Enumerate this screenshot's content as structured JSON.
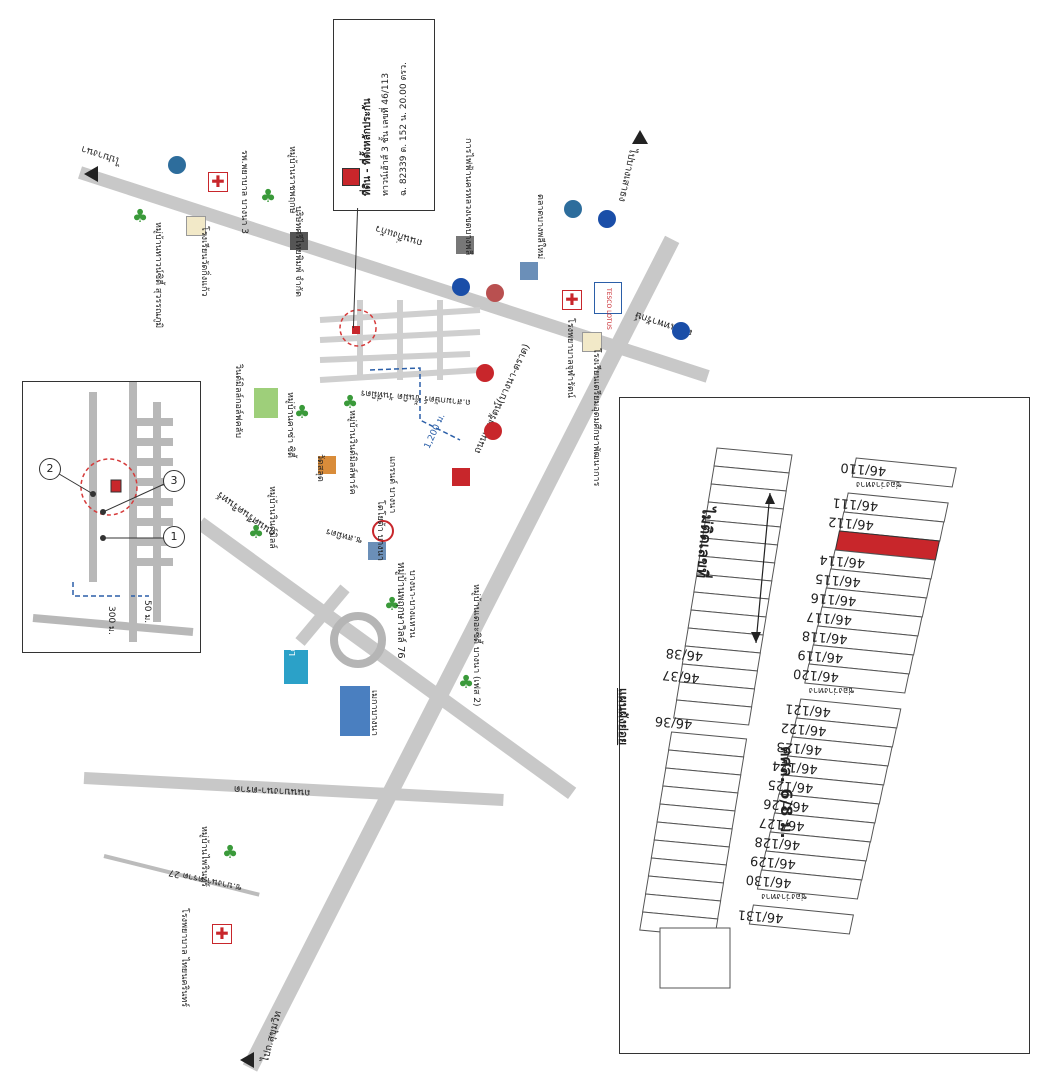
{
  "legend": {
    "title": "ที่ดิน - ที่ตั้งหลักประกัน",
    "line2": "ทาวน์เฮ้าส์ 3 ชั้น  เลขที่ 46/113",
    "line3": "ฉ. 82339 ต. 152 น. 20.00 ตรว.",
    "lot_color": "#c8262b"
  },
  "roads": {
    "to_bangsao": "ไปบางเสาธง",
    "to_bangna": "ไปบางนา",
    "to_sukhumvit": "ไปถ.สุขุมวิท",
    "mainroad": "ถนนเทพรัตน์(บางนา-ตราด)",
    "road_west": "ถนนศรีนครินทร์",
    "road_kingkaew": "ถนนกิ่งแก้ว",
    "road_bangna": "ถนนบางนา-ตราด",
    "road_theparak": "ถนนเทพารักษ์",
    "soi27": "ซ.บางนา-ตราด 27",
    "soi": "ซ.สหมิตร",
    "bangna_km": "ถ.สามกษัตร์ ขั้นมิต วันที่มิตร"
  },
  "landmarks": {
    "hosp_bangna3": "รพ.พยาบาล บางนา 3",
    "village_ratchaphruek": "หมู่บ้านราชพฤกษ์",
    "school_wat": "โรงเรียนวัดกิ่งแก้ว",
    "village_suvarnabhumi": "หมู่บ้านทาวน์ซิตี้ สุวรรณภูมิ",
    "company": "บริษัทศรีไทยพิมพ์ จำกัด",
    "power": "การไฟฟ้านครหลวงเขตบางพลี",
    "market": "ตลาดบางพลีใหม่",
    "hosp_chularat": "โรงพยาบาลจุฬารัตน์",
    "school_benjamitr": "โรงเรียนเตรียมอุดมศึกษาพัฒนาการ",
    "tesco": "TESCO LOTUS",
    "golf": "วินด์มิลล์กอล์ฟคลับ",
    "village_winmill": "หมู่บ้านวินด์มิลล์",
    "village_kanda": "หมู่บ้านคาซ่า ซิตี้",
    "village_mill": "หมู่บ้านวินด์มิลล์พาร์ค",
    "wat": "วัดสลุต",
    "toyota": "โตโยต้า บางนา",
    "bangna_condo": "แกรนด์ บางนา",
    "village_76": "หมู่บ้านพฤกษาวิลล์ 76",
    "village_bangna_bang": "บางนา-บางแหวน",
    "village_the_city": "หมู่บ้านเดอะซิตี้ บางนา (เฟส 2)",
    "lotus": "Lotus's",
    "mega": "เมกาบางนา",
    "village_pairin": "หมู่บ้านไพรินทร์",
    "hosp_thai_nakarin": "โรงพยาบาล ไทยนครินทร์",
    "mid_300": "300 ม.",
    "dist_1200": "1,200 ม."
  },
  "inset": {
    "label_300": "300 ม.",
    "label_50": "50 ม.",
    "markers": [
      "1",
      "2",
      "3"
    ]
  },
  "plan": {
    "header": "แผนผังย่อย",
    "project": "คศล. 6/8 ม.",
    "arrow_label": "ไม่ติดเลขที่",
    "row_right": [
      "46/110",
      "46/111",
      "46/112",
      "46/114",
      "46/115",
      "46/116",
      "46/117",
      "46/118",
      "46/119",
      "46/120",
      "46/121",
      "46/122",
      "46/123",
      "46/124",
      "46/125",
      "46/126",
      "46/127",
      "46/128",
      "46/129",
      "46/130",
      "46/131"
    ],
    "row_left": [
      "46/38",
      "46/37",
      "46/36"
    ],
    "gap_label": "ช่องว่างทาง"
  }
}
